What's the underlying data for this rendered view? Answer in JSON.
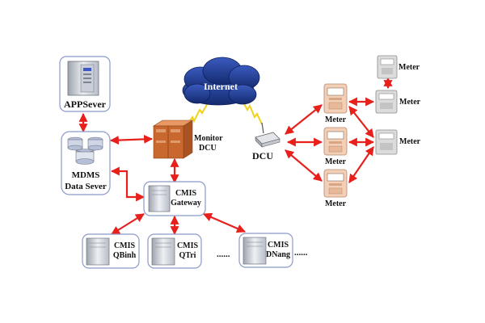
{
  "colors": {
    "arrow": "#e8201c",
    "cloud": "#1f3c8f",
    "cloud_text": "#ffffff",
    "box_border": "#8a9ac8",
    "dcu_box": "#c8672e",
    "meter_body": "#f2d0b8",
    "meter_gray": "#dcdcdc"
  },
  "nodes": {
    "app_server": {
      "label": "APPSever"
    },
    "mdms": {
      "label_line1": "MDMS",
      "label_line2": "Data Sever"
    },
    "internet": {
      "label": "Internet"
    },
    "monitor_dcu": {
      "label_line1": "Monitor",
      "label_line2": "DCU"
    },
    "dcu": {
      "label": "DCU"
    },
    "cmis_gateway": {
      "label_line1": "CMIS",
      "label_line2": "Gateway"
    },
    "cmis_qbinh": {
      "label_line1": "CMIS",
      "label_line2": "QBinh"
    },
    "cmis_qtri": {
      "label_line1": "CMIS",
      "label_line2": "QTri"
    },
    "cmis_dnang": {
      "label_line1": "CMIS",
      "label_line2": "DNang"
    },
    "ellipsis_mid": "......",
    "ellipsis_right": "......"
  },
  "meters": [
    {
      "label": "Meter"
    },
    {
      "label": "Meter"
    },
    {
      "label": "Meter"
    },
    {
      "label": "Meter"
    },
    {
      "label": "Meter"
    },
    {
      "label": "Meter"
    }
  ]
}
